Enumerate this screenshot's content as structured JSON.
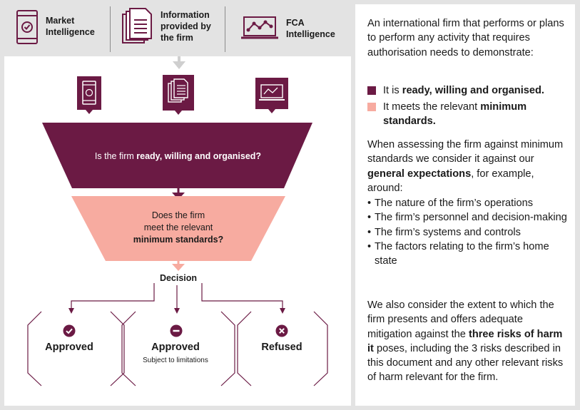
{
  "sources": [
    {
      "label": "Market Intelligence",
      "icon": "mobile-check-icon"
    },
    {
      "label": "Information provided by the firm",
      "icon": "documents-icon"
    },
    {
      "label": "FCA Intelligence",
      "icon": "monitor-chart-icon"
    }
  ],
  "funnel": {
    "stage1_pre": "Is the firm ",
    "stage1_bold": "ready, willing and organised?",
    "stage2_line1": "Does the firm",
    "stage2_line2": "meet the relevant",
    "stage2_bold": "minimum standards?",
    "decision_label": "Decision"
  },
  "outcomes": [
    {
      "label": "Approved",
      "sub": "",
      "icon": "check-circle-icon"
    },
    {
      "label": "Approved",
      "sub": "Subject to limitations",
      "icon": "minus-circle-icon"
    },
    {
      "label": "Refused",
      "sub": "",
      "icon": "cross-circle-icon"
    }
  ],
  "right": {
    "intro": "An international firm that performs or plans to perform any activity that requires authorisation needs to demonstrate:",
    "legend1_pre": "It is ",
    "legend1_bold": "ready, willing and organised.",
    "legend2_pre": "It meets the relevant ",
    "legend2_bold": "minimum standards.",
    "para2_pre": "When assessing the firm against minimum standards we consider it against our ",
    "para2_bold": "general expectations",
    "para2_post": ", for example, around:",
    "bullets": [
      "The nature of the firm’s operations",
      "The firm’s personnel and decision-making",
      "The firm’s systems and controls",
      "The factors relating to the firm’s home state"
    ],
    "para3_pre": "We also consider the extent to which the firm presents and offers adequate mitigation against the ",
    "para3_bold": "three risks of harm it",
    "para3_post": " poses, including the 3 risks described in this document and any other relevant risks of harm relevant for the firm."
  },
  "colors": {
    "dark": "#6b1a44",
    "light": "#f7aba0",
    "grey_bg": "#e3e3e3"
  }
}
